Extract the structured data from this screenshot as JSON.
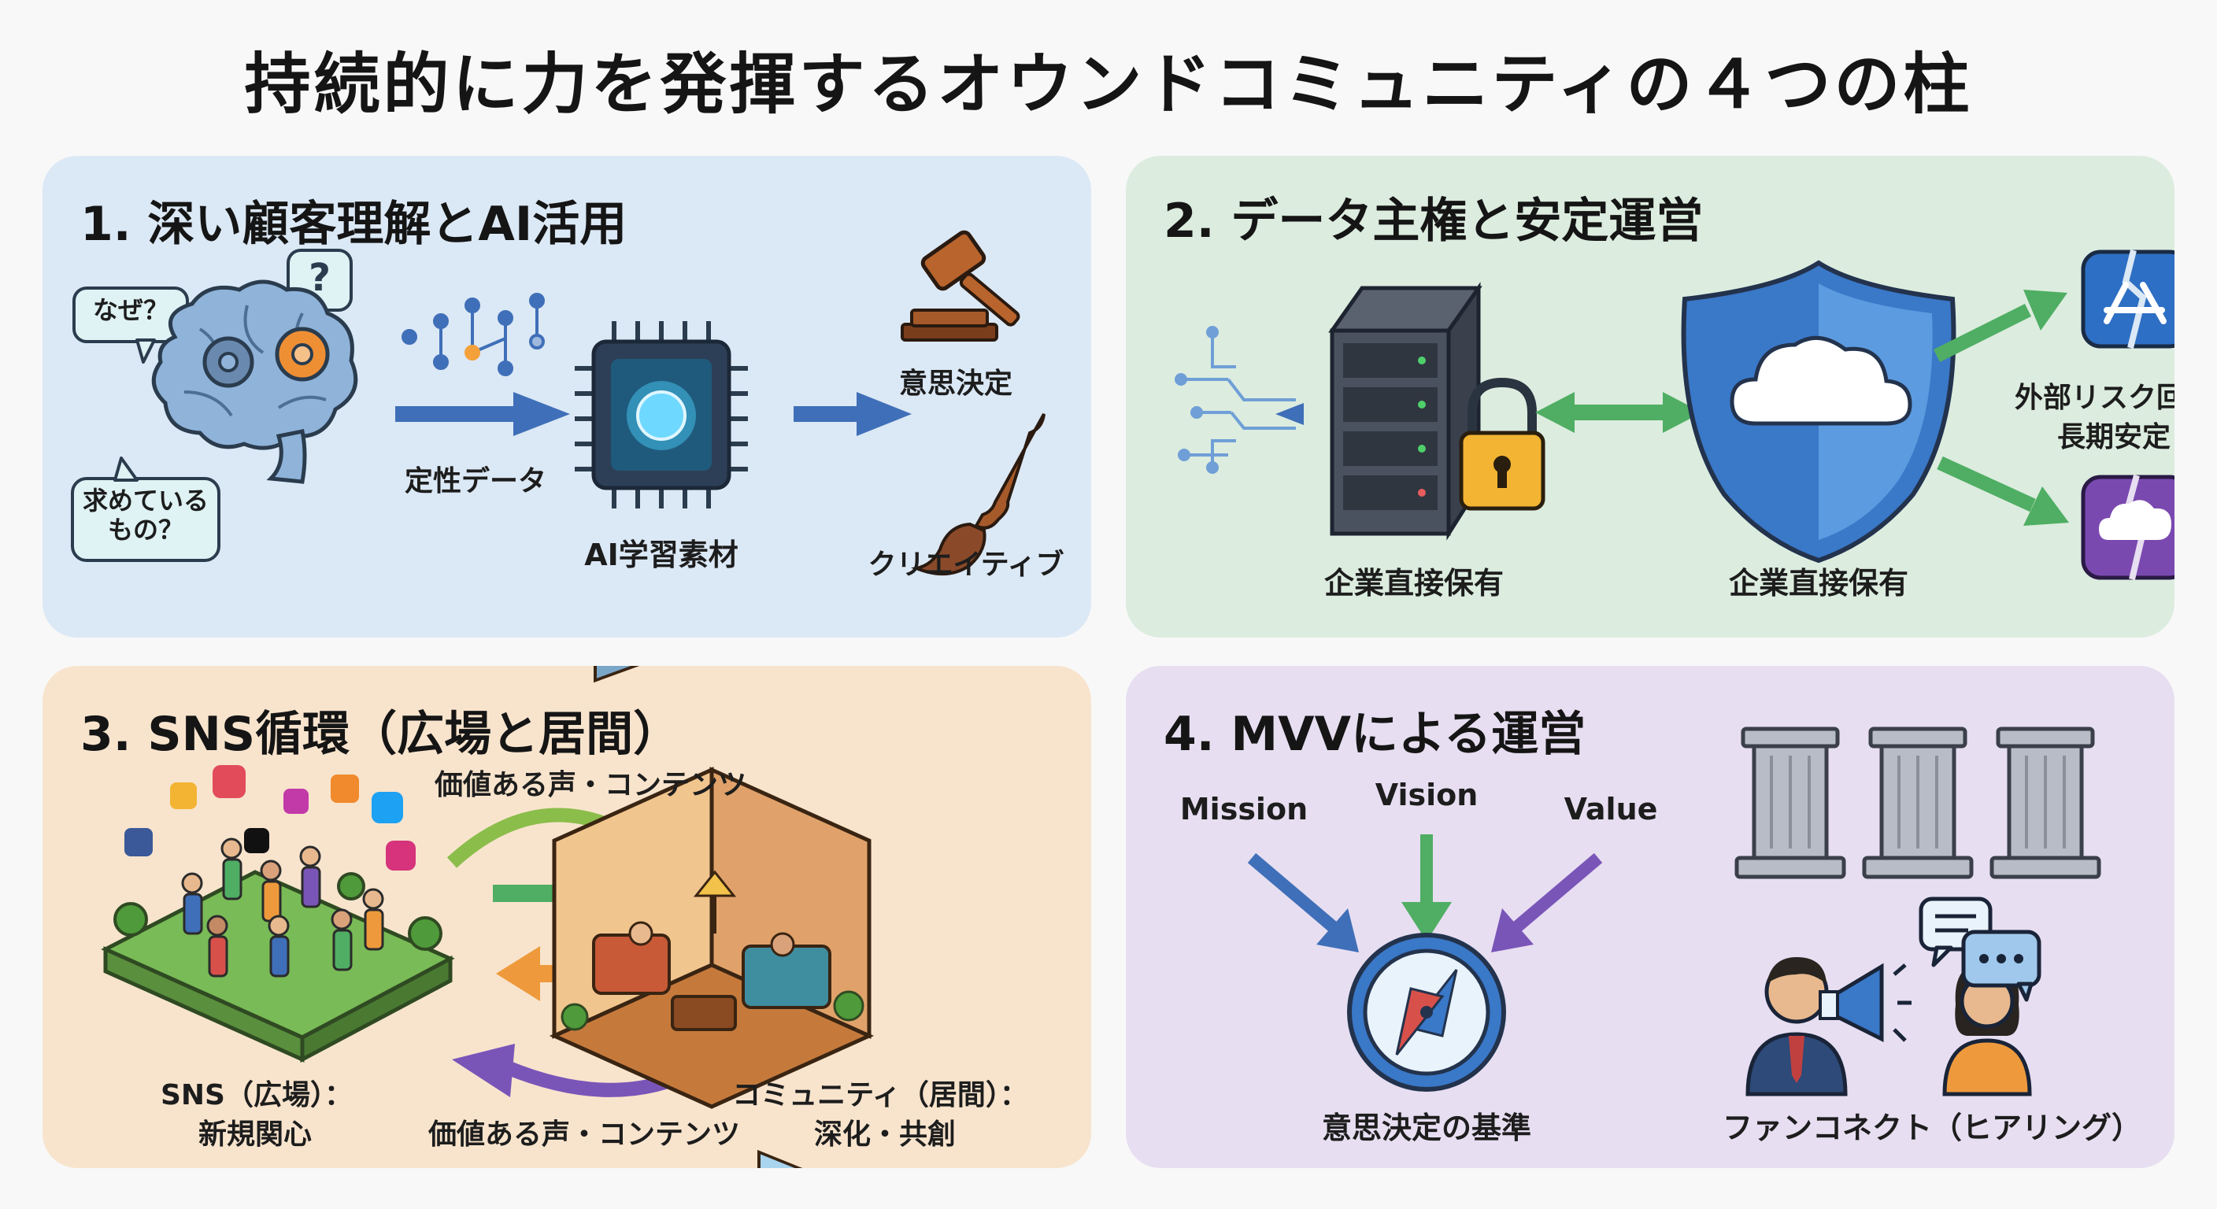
{
  "title": "持続的に力を発揮するオウンドコミュニティの４つの柱",
  "panel1": {
    "title": "1. 深い顧客理解とAI活用",
    "bubble_why": "なぜ？",
    "bubble_q": "?",
    "bubble_want": "求めている\nもの？",
    "qualitative_data": "定性データ",
    "ai_material": "AI学習素材",
    "decision": "意思決定",
    "creative": "クリエイティブ"
  },
  "panel2": {
    "title": "2. データ主権と安定運営",
    "label_server": "企業直接保有",
    "label_shield": "企業直接保有",
    "risk_line1": "外部リスク回避",
    "risk_line2": "長期安定"
  },
  "panel3": {
    "title": "3. SNS循環（広場と居間）",
    "top_flow": "価値ある声・コンテンツ",
    "bottom_flow": "価値ある声・コンテンツ",
    "sns_line1": "SNS（広場）：",
    "sns_line2": "新規関心",
    "community_line1": "コミュニティ（居間）：",
    "community_line2": "深化・共創"
  },
  "panel4": {
    "title": "4. MVVによる運営",
    "mission": "Mission",
    "vision": "Vision",
    "value": "Value",
    "compass_label": "意思決定の基準",
    "fan_label": "ファンコネクト（ヒアリング）"
  },
  "colors": {
    "panel1_bg": "#dbe8f5",
    "panel2_bg": "#dcecdf",
    "panel3_bg": "#f8e4cd",
    "panel4_bg": "#e7def1",
    "arrow_blue": "#3f6fb8",
    "arrow_green": "#4fae63",
    "arrow_orange": "#ee9a3c",
    "arrow_purple": "#7a55b8"
  }
}
